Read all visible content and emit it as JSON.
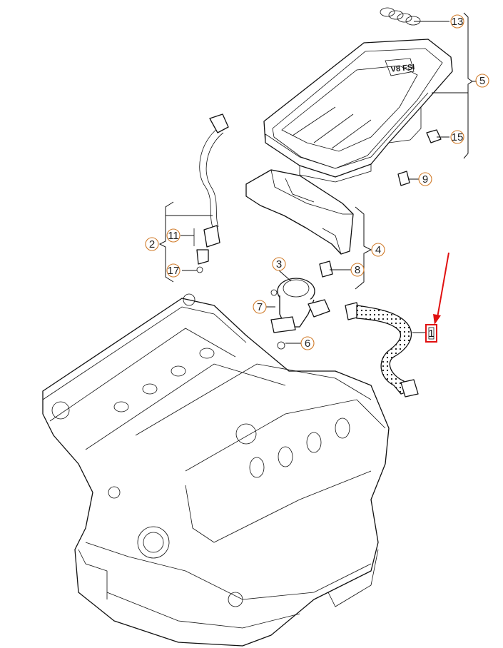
{
  "diagram": {
    "callouts": [
      {
        "id": "c1",
        "text": "1",
        "style": "highlighted"
      },
      {
        "id": "c2",
        "text": "2",
        "style": "circle"
      },
      {
        "id": "c3",
        "text": "3",
        "style": "circle"
      },
      {
        "id": "c4",
        "text": "4",
        "style": "circle"
      },
      {
        "id": "c5",
        "text": "5",
        "style": "circle"
      },
      {
        "id": "c6",
        "text": "6",
        "style": "circle"
      },
      {
        "id": "c7",
        "text": "7",
        "style": "circle"
      },
      {
        "id": "c8",
        "text": "8",
        "style": "circle"
      },
      {
        "id": "c9",
        "text": "9",
        "style": "circle"
      },
      {
        "id": "c11",
        "text": "11",
        "style": "circle"
      },
      {
        "id": "c13",
        "text": "13",
        "style": "circle"
      },
      {
        "id": "c15",
        "text": "15",
        "style": "circle"
      },
      {
        "id": "c17",
        "text": "17",
        "style": "circle"
      }
    ],
    "cover_badge": "V8 FSI",
    "colors": {
      "callout_ring": "#d07a28",
      "highlight": "#e01010",
      "linework": "#111111",
      "background": "#ffffff"
    }
  }
}
